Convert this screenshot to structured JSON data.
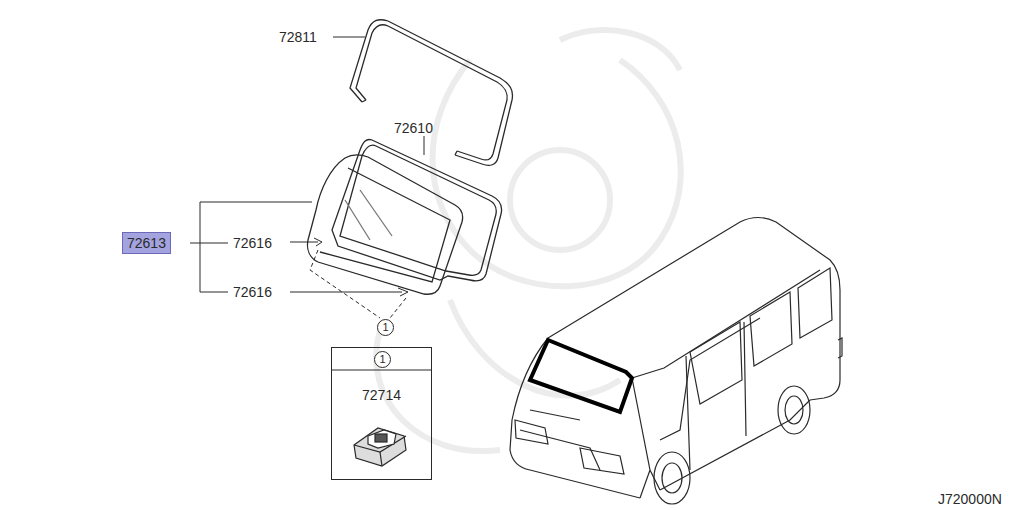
{
  "diagram": {
    "nodes": [
      {
        "text": [
          "72613"
        ]
      },
      {
        "text": [
          "1"
        ]
      },
      {
        "text": [
          "72714"
        ]
      },
      {
        "text": [
          "1"
        ],
        "in": 2
      }
    ],
    "labels": [
      "72811",
      "72610",
      "72616",
      "72616",
      "J720000N"
    ]
  }
}
